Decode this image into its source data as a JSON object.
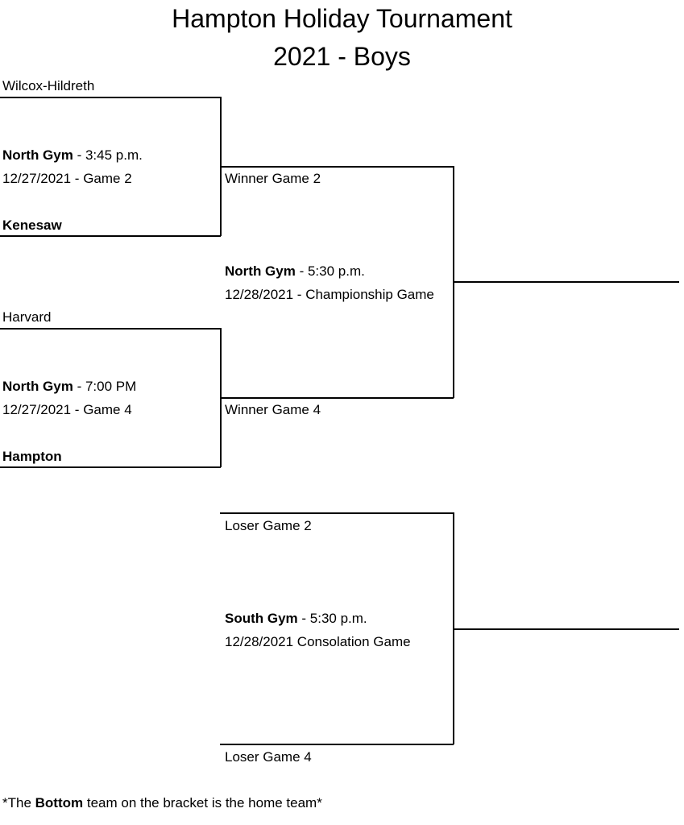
{
  "title": "Hampton Holiday Tournament",
  "subtitle": "2021 - Boys",
  "game2": {
    "top_team": "Wilcox-Hildreth",
    "gym": "North Gym",
    "time": " - 3:45 p.m.",
    "date_game": "12/27/2021 - Game 2",
    "bottom_team": "Kenesaw"
  },
  "game4": {
    "top_team": "Harvard",
    "gym": "North Gym",
    "time": " - 7:00 PM",
    "date_game": "12/27/2021 - Game 4",
    "bottom_team": "Hampton"
  },
  "championship": {
    "top_slot": "Winner Game 2",
    "gym": "North Gym",
    "time": " - 5:30 p.m.",
    "date_game": "12/28/2021 - Championship Game",
    "bottom_slot": "Winner Game 4"
  },
  "consolation": {
    "top_slot": "Loser Game 2",
    "gym": "South Gym",
    "time": " - 5:30 p.m.",
    "date_game": "12/28/2021 Consolation Game",
    "bottom_slot": "Loser Game 4"
  },
  "footnote": {
    "prefix": "*The ",
    "bold": "Bottom",
    "suffix": " team on the bracket is the home team*"
  }
}
